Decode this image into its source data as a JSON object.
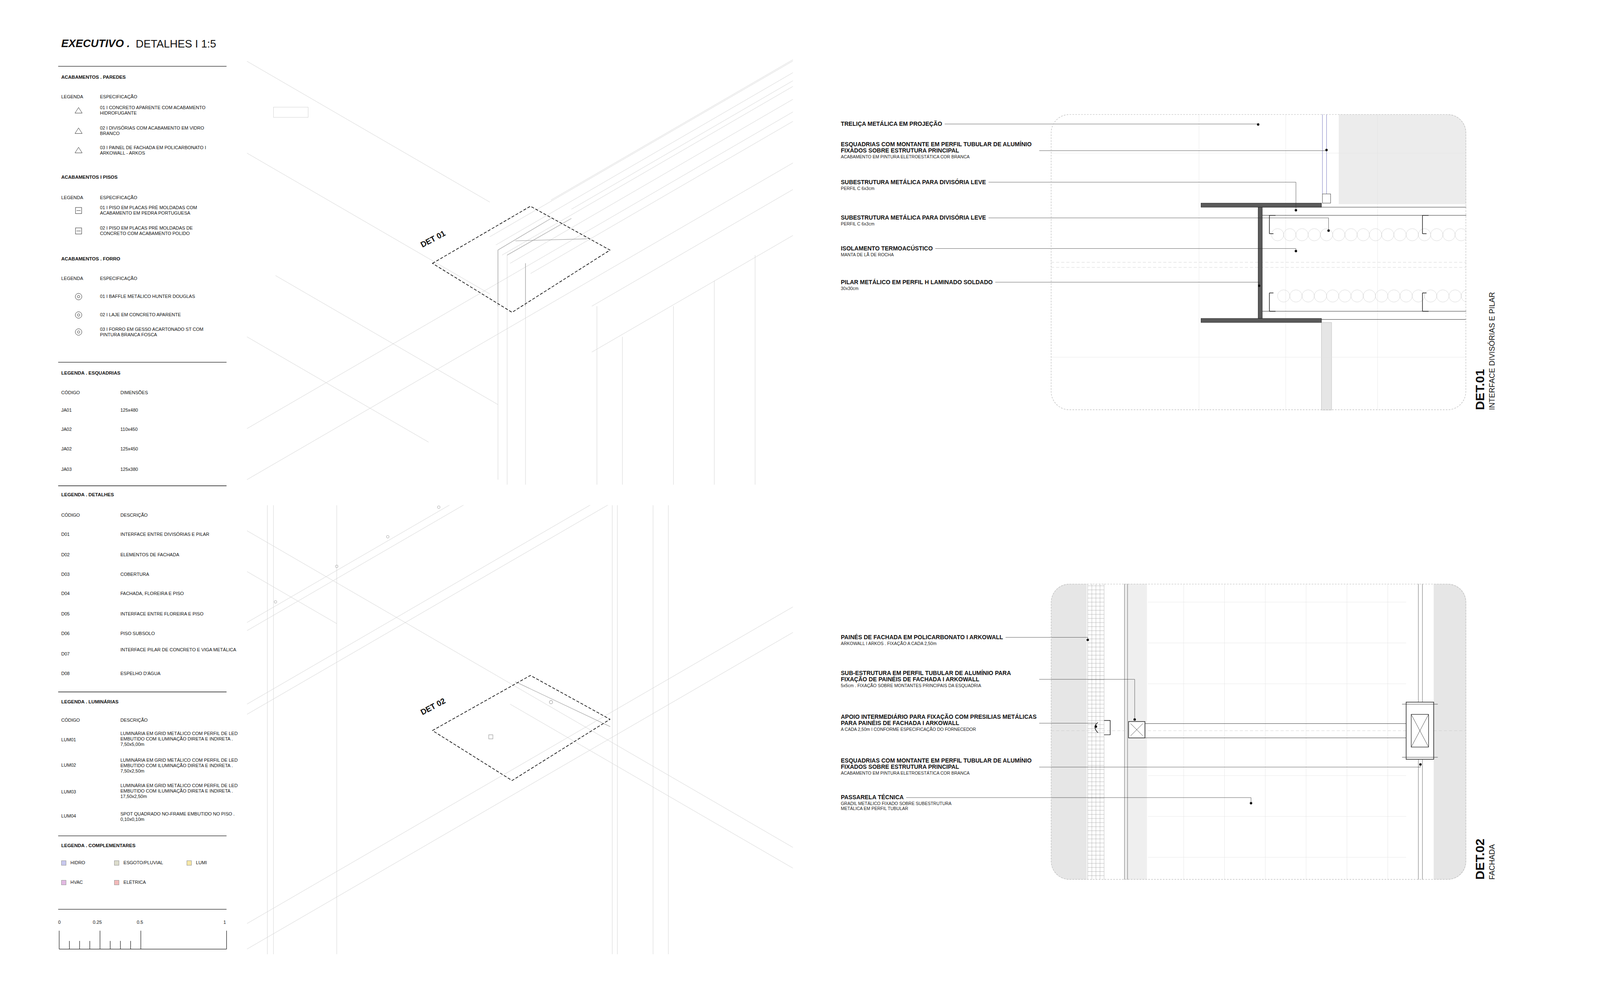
{
  "diagram": {
    "title": "EXECUTIVO .",
    "nodes": [
      {
        "text": [
          "DET 01"
        ]
      },
      {
        "text": [
          "DET 02"
        ]
      },
      {
        "text": [
          "DET.01",
          "INTERFACE DIVISÓRIAS E PILAR"
        ]
      },
      {
        "text": [
          "DET.02",
          "FACHADA"
        ]
      }
    ],
    "labels": [
      "DETALHES I 1:5",
      "ACABAMENTOS . PAREDES",
      "LEGENDA",
      "ESPECIFICAÇÃO",
      "ACABAMENTOS I PISOS",
      "LEGENDA",
      "ESPECIFICAÇÃO",
      "ACABAMENTOS . FORRO",
      "LEGENDA",
      "ESPECIFICAÇÃO",
      "LEGENDA . ESQUADRIAS",
      "CÓDIGO",
      "DIMENSÕES",
      "JA01",
      "125x480",
      "JA02",
      "110x450",
      "JA02",
      "125x450",
      "JA03",
      "125x380",
      "LEGENDA . DETALHES",
      "CÓDIGO",
      "DESCRIÇÃO",
      "D01",
      "INTERFACE ENTRE DIVISÓRIAS E PILAR",
      "D02",
      "ELEMENTOS DE FACHADA",
      "D03",
      "COBERTURA",
      "D04",
      "FACHADA, FLOREIRA E PISO",
      "D05",
      "INTERFACE ENTRE FLOREIRA E PISO",
      "D06",
      "PISO SUBSOLO",
      "D07",
      "INTERFACE PILAR DE CONCRETO E VIGA METÁLICA",
      "D08",
      "ESPELHO D'ÁGUA",
      "LEGENDA . LUMINÁRIAS",
      "CÓDIGO",
      "DESCRIÇÃO",
      "LUM01",
      "LUMINÁRIA EM GRID METÁLICO COM PERFIL DE LED EMBUTIDO COM ILUMINAÇÃO DIRETA E INDIRETA . 7,50x5,00m",
      "LUM02",
      "LUMINÁRIA EM GRID METÁLICO COM PERFIL DE LED EMBUTIDO COM ILUMINAÇÃO DIRETA E INDIRETA . 7,50x2,50m",
      "LUM03",
      "LUMINÁRIA EM GRID METÁLICO COM PERFIL DE LED EMBUTIDO COM ILUMINAÇÃO DIRETA E INDIRETA . 17,50x2,50m",
      "LUM04",
      "SPOT QUADRADO NO-FRAME EMBUTIDO NO PISO . 0,10x0,10m",
      "LEGENDA . COMPLEMENTARES",
      "0",
      "0.25",
      "0.5",
      "1",
      "TRELIÇA METÁLICA EM PROJEÇÃO",
      "ESQUADRIAS COM MONTANTE EM PERFIL TUBULAR DE ALUMÍNIO FIXADOS SOBRE ESTRUTURA PRINCIPAL",
      "ACABAMENTO EM PINTURA ELETROESTÁTICA COR BRANCA",
      "SUBESTRUTURA METÁLICA PARA DIVISÓRIA LEVE",
      "PERFIL C 6x3cm",
      "SUBESTRUTURA METÁLICA PARA DIVISÓRIA LEVE",
      "PERFIL C 6x3cm",
      "ISOLAMENTO TERMOACÚSTICO",
      "MANTA DE LÃ DE ROCHA",
      "PILAR METÁLICO EM PERFIL H LAMINADO SOLDADO",
      "30x30cm",
      "PAINÉS DE FACHADA EM POLICARBONATO I ARKOWALL",
      "ARKOWALL I ARKOS . FIXAÇÃO A CADA 2,50m",
      "SUB-ESTRUTURA EM PERFIL TUBULAR DE ALUMÍNIO PARA FIXAÇÃO DE PAINÉIS DE FACHADA I ARKOWALL",
      "5x5cm . FIXAÇÃO SOBRE MONTANTES PRINCIPAIS DA ESQUADRIA",
      "APOIO INTERMEDIÁRIO PARA FIXAÇÃO COM PRESILIAS METÁLICAS PARA PAINÉIS DE FACHADA I ARKOWALL",
      "A CADA 2,50m I CONFORME ESPECIFICAÇÃO DO FORNECEDOR",
      "ESQUADRIAS COM MONTANTE EM PERFIL TUBULAR DE ALUMÍNIO FIXADOS SOBRE ESTRUTURA PRINCIPAL",
      "ACABAMENTO EM PINTURA ELETROESTÁTICA COR BRANCA",
      "PASSARELA TÉCNICA",
      "GRADIL METÁLICO FIXADO SOBRE SUBESTRUTURA METÁLICA EM PERFIL TUBULAR"
    ],
    "legend": [
      {
        "text": "01 I CONCRETO APARENTE COM ACABAMENTO HIDROFUGANTE"
      },
      {
        "text": "02 I DIVISÓRIAS COM ACABAMENTO EM VIDRO BRANCO"
      },
      {
        "text": "03 I PAINEL DE FACHADA EM POLICARBONATO I ARKOWALL - ARKOS"
      },
      {
        "text": "01 I PISO EM PLACAS PRÉ MOLDADAS COM ACABAMENTO EM PEDRA PORTUGUESA"
      },
      {
        "text": "02 I PISO EM PLACAS PRÉ MOLDADAS DE CONCRETO COM ACABAMENTO POLIDO"
      },
      {
        "text": "01 I BAFFLE METÁLICO HUNTER DOUGLAS"
      },
      {
        "text": "02 I LAJE EM CONCRETO APARENTE"
      },
      {
        "text": "03 I FORRO EM GESSO ACARTONADO ST COM PINTURA BRANCA FOSCA"
      },
      {
        "text": "HIDRO",
        "color": "#c8c8ee"
      },
      {
        "text": "ESGOTO/PLUVIAL",
        "color": "#dcdccb"
      },
      {
        "text": "LUMI",
        "color": "#f6e7a6"
      },
      {
        "text": "HVAC",
        "color": "#e2b9e2"
      },
      {
        "text": "ELÉTRICA",
        "color": "#f2b9b9"
      }
    ]
  }
}
